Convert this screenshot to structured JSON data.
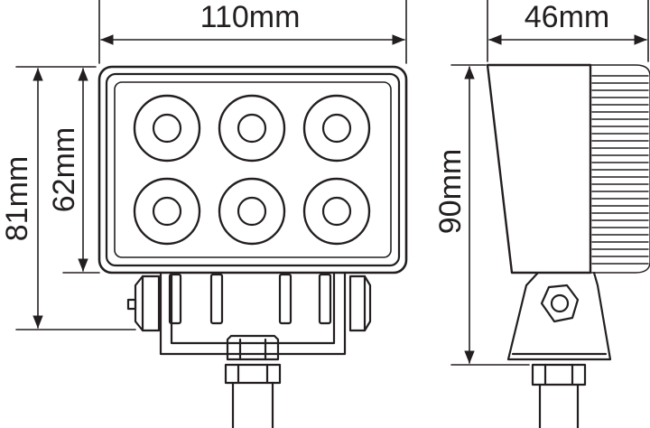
{
  "dimensions": {
    "width_front": "110mm",
    "height_total": "81mm",
    "height_lamp": "62mm",
    "depth_side": "46mm",
    "height_side": "90mm"
  },
  "colors": {
    "line": "#231f20",
    "background": "#ffffff"
  },
  "leds": {
    "rows": 2,
    "columns": 3
  }
}
